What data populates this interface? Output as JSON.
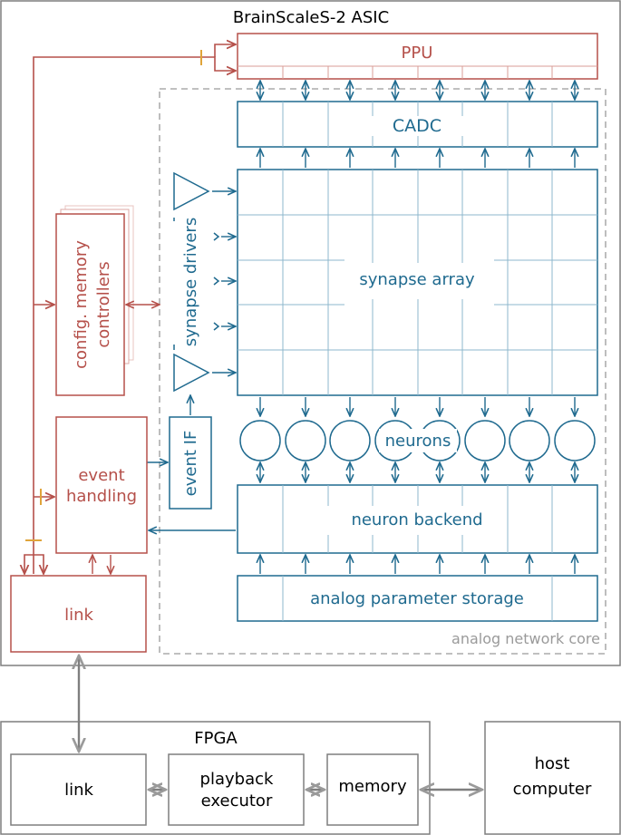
{
  "asic": {
    "title": "BrainScaleS-2 ASIC"
  },
  "ppu": {
    "label": "PPU"
  },
  "cadc": {
    "label": "CADC"
  },
  "synapse_array": {
    "label": "synapse array"
  },
  "synapse_drivers": {
    "label": "synapse drivers"
  },
  "neurons": {
    "label": "neurons"
  },
  "neuron_backend": {
    "label": "neuron backend"
  },
  "analog_parameter_storage": {
    "label": "analog parameter storage"
  },
  "analog_network_core": {
    "label": "analog network core"
  },
  "config_memory_controllers": {
    "line1": "config. memory",
    "line2": "controllers"
  },
  "event_handling": {
    "line1": "event",
    "line2": "handling"
  },
  "event_if": {
    "label": "event IF"
  },
  "asic_link": {
    "label": "link"
  },
  "fpga": {
    "title": "FPGA",
    "link": "link",
    "playback_line1": "playback",
    "playback_line2": "executor",
    "memory": "memory"
  },
  "host": {
    "line1": "host",
    "line2": "computer"
  },
  "colors": {
    "blue": "#1f6a8f",
    "red": "#b5504a",
    "gray": "#7f7f7f",
    "yellow": "#e0a43a"
  }
}
